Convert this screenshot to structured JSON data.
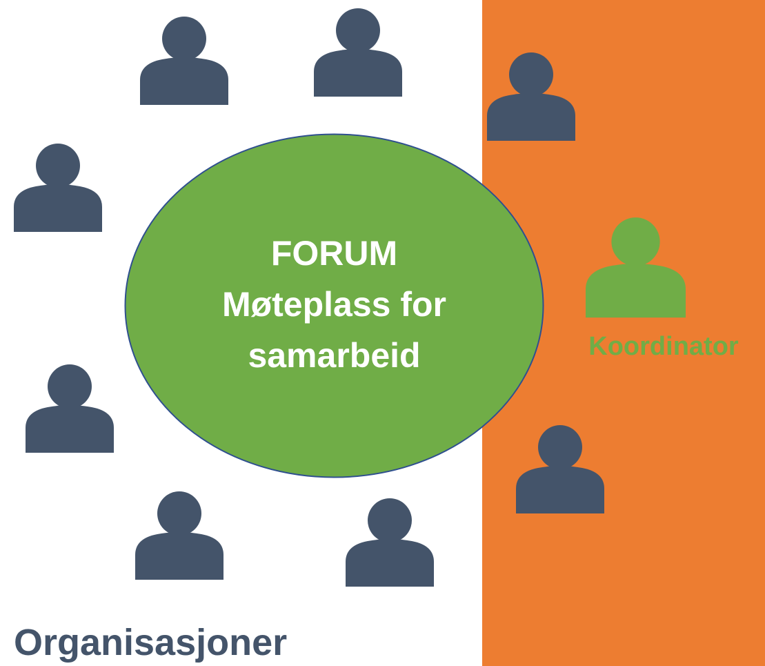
{
  "forum": {
    "title": "FORUM",
    "line2": "Møteplass for",
    "line3": "samarbeid"
  },
  "coordinator": {
    "label": "Koordinator"
  },
  "organizations": {
    "label": "Organisasjoner"
  },
  "colors": {
    "person": "#44546a",
    "coordinator": "#70ad47",
    "forum_fill": "#70ad47",
    "forum_border": "#2f4f8f",
    "panel": "#ed7d31",
    "forum_text": "#ffffff"
  },
  "icons": {
    "participant": "person-icon",
    "coordinator": "coordinator-person-icon"
  }
}
